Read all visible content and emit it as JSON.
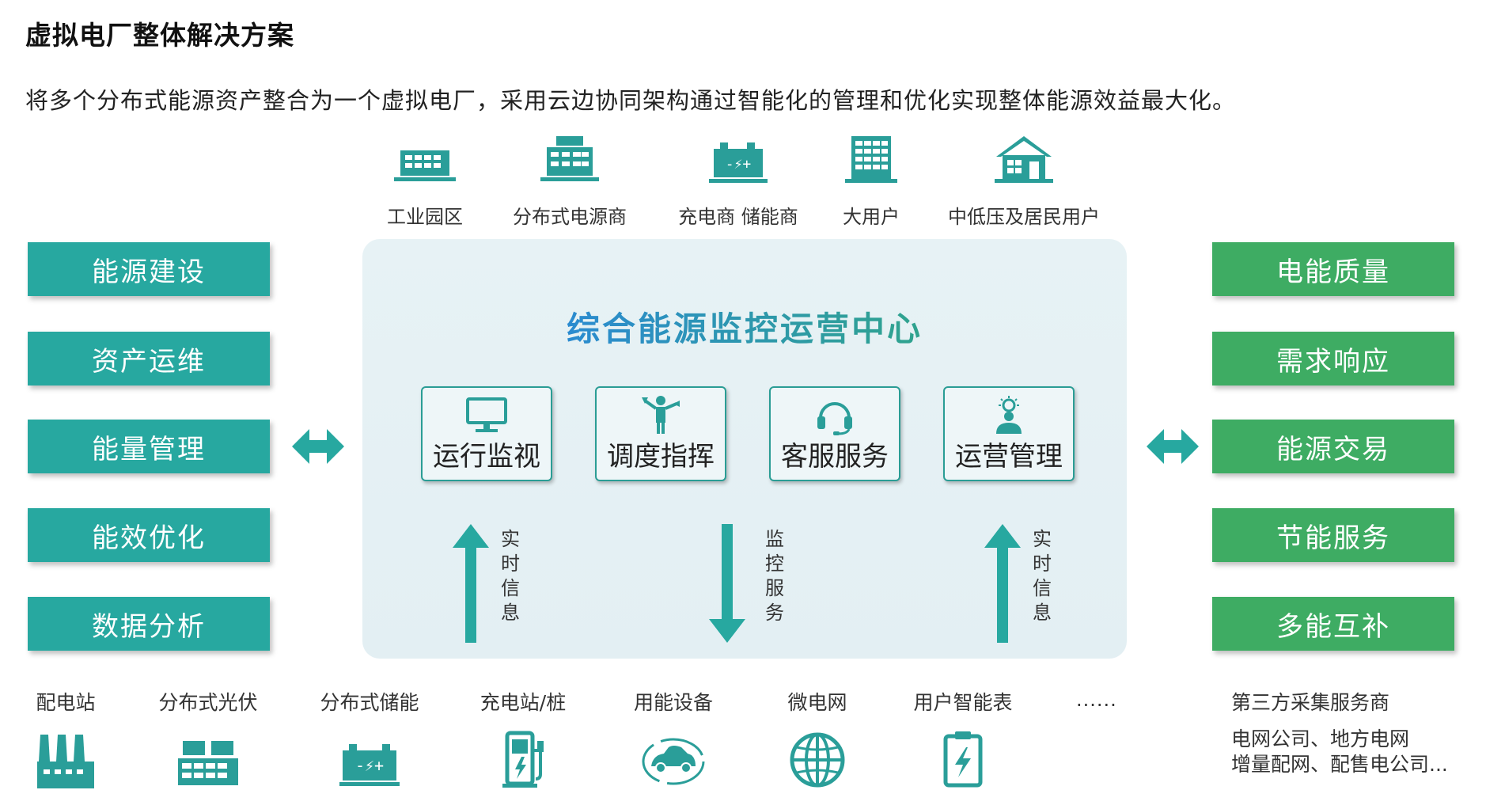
{
  "header": {
    "title": "虚拟电厂整体解决方案",
    "subtitle": "将多个分布式能源资产整合为一个虚拟电厂，采用云边协同架构通过智能化的管理和优化实现整体能源效益最大化。"
  },
  "top_categories": [
    {
      "label": "工业园区",
      "icon": "industrial-park-icon"
    },
    {
      "label": "分布式电源商",
      "icon": "solar-panel-icon"
    },
    {
      "label": "充电商 储能商",
      "icon": "battery-icon"
    },
    {
      "label": "大用户",
      "icon": "building-icon"
    },
    {
      "label": "中低压及居民用户",
      "icon": "house-icon"
    }
  ],
  "left_items": [
    "能源建设",
    "资产运维",
    "能量管理",
    "能效优化",
    "数据分析"
  ],
  "right_items": [
    "电能质量",
    "需求响应",
    "能源交易",
    "节能服务",
    "多能互补"
  ],
  "center": {
    "title": "综合能源监控运营中心",
    "services": [
      {
        "label": "运行监视",
        "icon": "monitor-icon"
      },
      {
        "label": "调度指挥",
        "icon": "dispatcher-icon"
      },
      {
        "label": "客服服务",
        "icon": "headset-icon"
      },
      {
        "label": "运营管理",
        "icon": "manager-icon"
      }
    ],
    "flows": [
      {
        "text": "实时信息",
        "direction": "up"
      },
      {
        "text": "监控服务",
        "direction": "down"
      },
      {
        "text": "实时信息",
        "direction": "up"
      }
    ]
  },
  "bottom_items": [
    {
      "label": "配电站",
      "icon": "factory-icon"
    },
    {
      "label": "分布式光伏",
      "icon": "solar-panel-icon"
    },
    {
      "label": "分布式储能",
      "icon": "battery-icon"
    },
    {
      "label": "充电站/桩",
      "icon": "charging-pile-icon"
    },
    {
      "label": "用能设备",
      "icon": "electric-car-icon"
    },
    {
      "label": "微电网",
      "icon": "globe-icon"
    },
    {
      "label": "用户智能表",
      "icon": "smart-meter-icon"
    }
  ],
  "bottom_more": "......",
  "third_party": {
    "title": "第三方采集服务商",
    "lines": [
      "电网公司、地方电网",
      "增量配网、配售电公司..."
    ]
  },
  "colors": {
    "teal": "#27a8a0",
    "green": "#3eac63",
    "panel_bg": "#e5f1f4",
    "title_blue": "#2b8bd0"
  }
}
